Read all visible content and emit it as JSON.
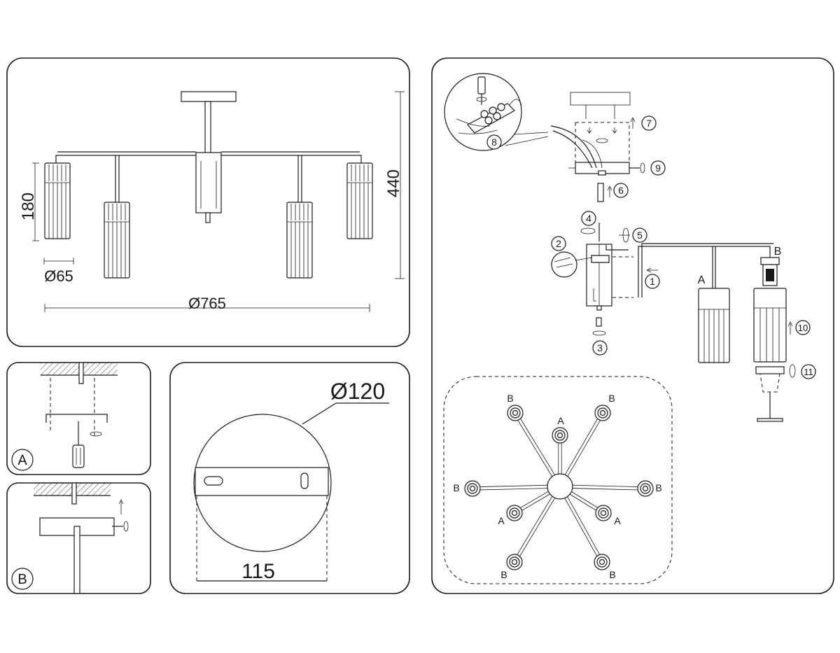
{
  "panel_dimensions": {
    "height_total": "440",
    "shade_height": "180",
    "shade_diameter": "Ø65",
    "span_diameter": "Ø765"
  },
  "panel_step_a": {
    "badge": "A"
  },
  "panel_step_b": {
    "badge": "B"
  },
  "panel_canopy": {
    "diameter": "Ø120",
    "plate_width": "115"
  },
  "panel_assembly": {
    "steps": [
      "1",
      "2",
      "3",
      "4",
      "5",
      "6",
      "7",
      "8",
      "9",
      "10",
      "11"
    ],
    "socket_labels": {
      "a": "A",
      "b": "B"
    }
  },
  "layout_map": {
    "labels": [
      "B",
      "A",
      "B",
      "B",
      "B",
      "A",
      "A",
      "B",
      "B"
    ]
  }
}
